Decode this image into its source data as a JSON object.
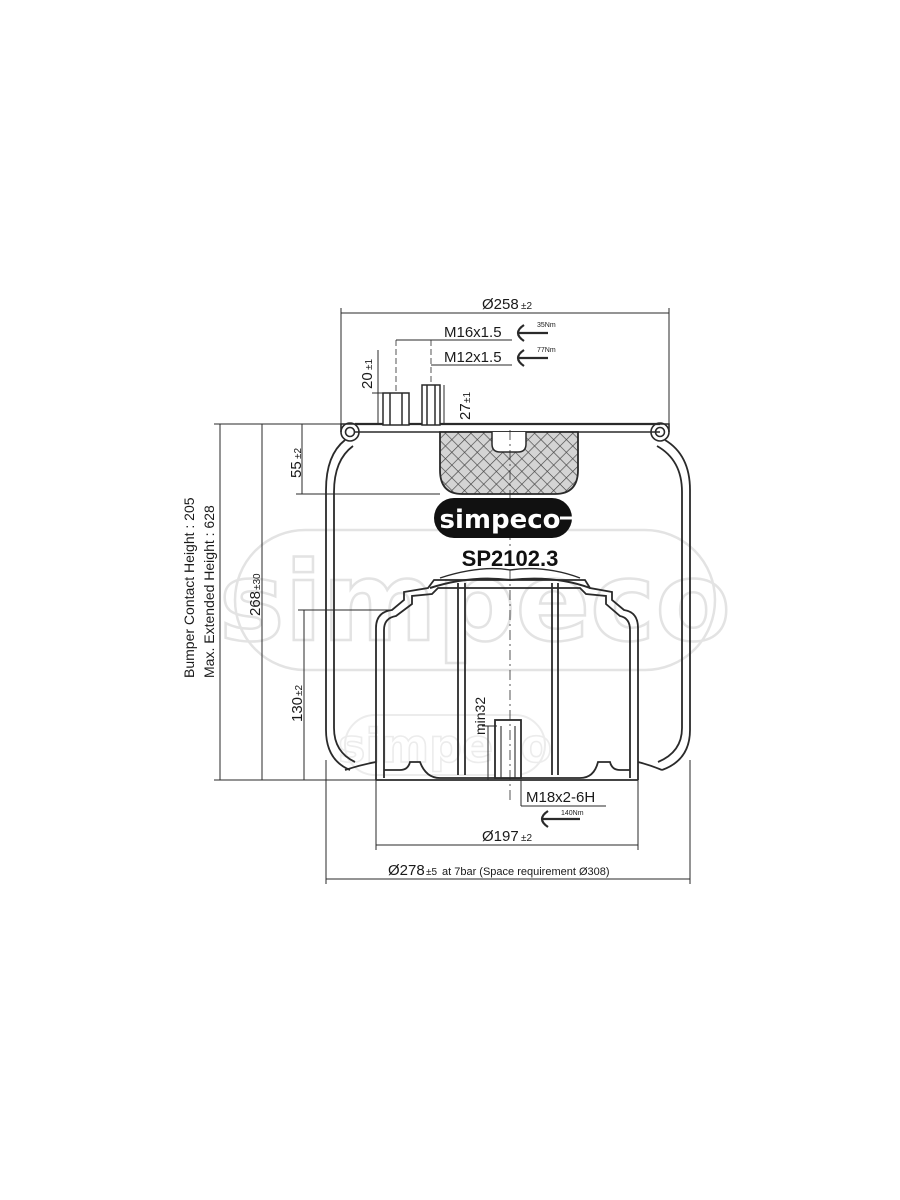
{
  "brand": {
    "logo_text": "simpeco",
    "watermark_text": "simpeco"
  },
  "part_number": "SP2102.3",
  "dimensions": {
    "top_diameter": "Ø258",
    "top_diameter_tol": "±2",
    "thread_1": "M16x1.5",
    "thread_1_torque": "35Nm",
    "thread_2": "M12x1.5",
    "thread_2_torque": "77Nm",
    "stud_height_1": "20",
    "stud_height_1_tol": "±1",
    "stud_height_2": "27",
    "stud_height_2_tol": "±1",
    "plate_height": "55",
    "plate_height_tol": "±2",
    "overall_height": "268",
    "overall_height_tol": "±30",
    "piston_height": "130",
    "piston_height_tol": "±2",
    "min_thread_depth": "min32",
    "bottom_thread": "M18x2-6H",
    "bottom_thread_torque": "140Nm",
    "piston_diameter": "Ø197",
    "piston_diameter_tol": "±2",
    "bellow_diameter": "Ø278",
    "bellow_diameter_tol": "±5",
    "bellow_diameter_note": "at 7bar (Space requirement Ø308)"
  },
  "side_labels": {
    "bumper_contact": "Bumper Contact Height : 205",
    "max_extended": "Max. Extended Height :  628"
  },
  "colors": {
    "line": "#2a2a2a",
    "bumper_fill": "#cfcfcf",
    "logo_fill": "#111111",
    "watermark": "#e3e3e3"
  }
}
